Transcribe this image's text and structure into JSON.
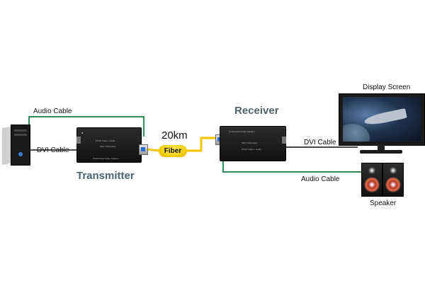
{
  "labels": {
    "audio_cable_left": "Audio Cable",
    "dvi_cable_left": "DVI Cable",
    "transmitter": "Transmitter",
    "distance": "20km",
    "fiber": "Fiber",
    "receiver": "Receiver",
    "dvi_cable_right": "DVI Cable",
    "audio_cable_right": "Audio Cable",
    "display_screen": "Display Screen",
    "speaker": "Speaker"
  },
  "device_text": {
    "tx_product": "M DVI Video + Audio",
    "tx_sub": "Fiber Transmitter",
    "tx_footer": "Professional Video Solution",
    "rx_product": "M DVI Video + Audio",
    "rx_sub": "Fiber Transmitter",
    "rx_footer": "Professional Video Solution"
  },
  "colors": {
    "audio_cable": "#2e8b57",
    "dvi_cable": "#111111",
    "fiber_cable": "#f0c400",
    "title_text": "#4d6470"
  }
}
